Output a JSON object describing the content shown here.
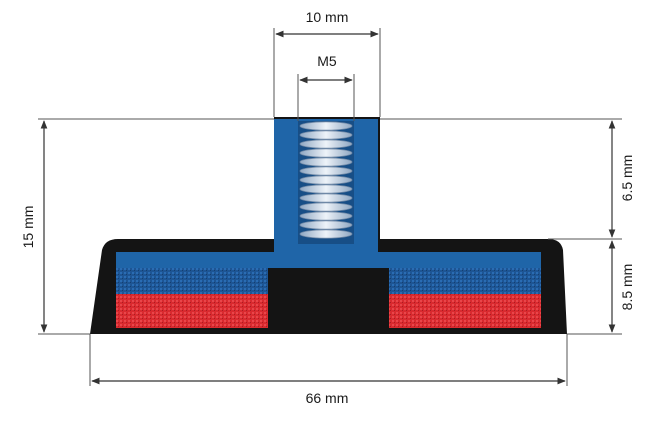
{
  "diagram": {
    "labels": {
      "stud_width": "10 mm",
      "thread": "M5",
      "total_height": "15 mm",
      "stud_height": "6.5 mm",
      "base_height": "8.5 mm",
      "base_diameter": "66 mm"
    },
    "colors": {
      "rubber": "#141414",
      "steel_blue": "#1f65a8",
      "blue_textured": "#1d5594",
      "magnet_red": "#d92a2f",
      "thread": "#c9d6e6",
      "dimension_line": "#333333"
    }
  }
}
